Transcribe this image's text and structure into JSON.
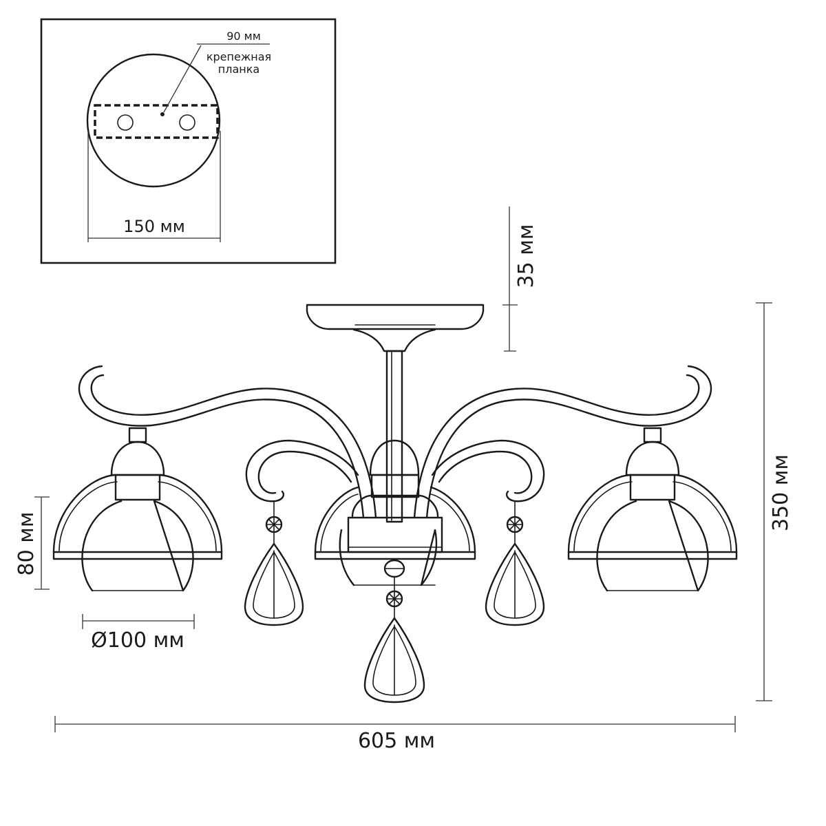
{
  "mounting_plate": {
    "plate_width": "90 мм",
    "plate_label_line1": "крепежная",
    "plate_label_line2": "планка",
    "base_diameter": "150 мм"
  },
  "dimensions": {
    "canopy_height": "35 мм",
    "total_height": "350 мм",
    "shade_height": "80 мм",
    "shade_diameter": "Ø100 мм",
    "total_width": "605 мм"
  },
  "colors": {
    "line": "#1a1a1a",
    "background": "#ffffff"
  }
}
